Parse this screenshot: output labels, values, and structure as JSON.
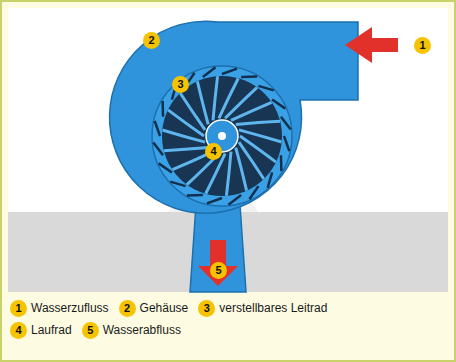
{
  "diagram": {
    "labels": [
      "1",
      "2",
      "3",
      "4",
      "5",
      "1",
      "Wasserzufluss",
      "2",
      "Gehäuse",
      "3",
      "verstellbares Leitrad",
      "4",
      "Laufrad",
      "5",
      "Wasserabfluss"
    ]
  }
}
